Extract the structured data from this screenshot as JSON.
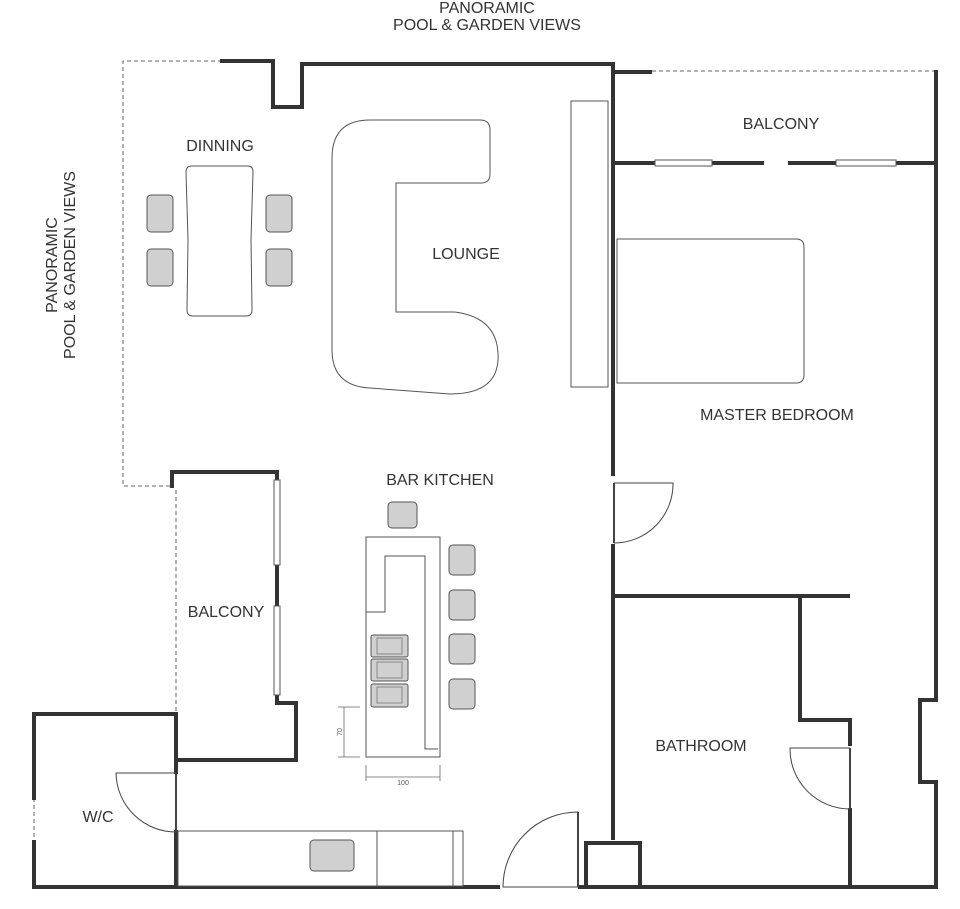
{
  "labels": {
    "view_top_line1": "PANORAMIC",
    "view_top_line2": "POOL & GARDEN VIEWS",
    "view_left_line1": "PANORAMIC",
    "view_left_line2": "POOL & GARDEN VIEWS",
    "dinning": "DINNING",
    "lounge": "LOUNGE",
    "balcony_top": "BALCONY",
    "master_bedroom": "MASTER BEDROOM",
    "bar_kitchen": "BAR KITCHEN",
    "balcony_left": "BALCONY",
    "bathroom": "BATHROOM",
    "wc": "W/C"
  },
  "dimensions": {
    "island_width": "100",
    "island_depth": "70"
  },
  "colors": {
    "wall": "#333333",
    "line": "#555555",
    "fixture": "#d0d0d0"
  }
}
